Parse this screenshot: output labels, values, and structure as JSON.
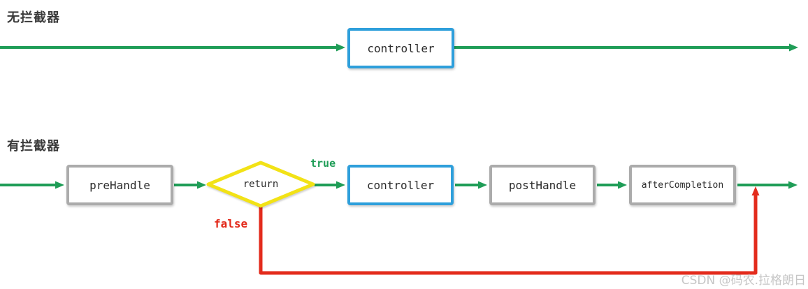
{
  "sections": {
    "no_interceptor": {
      "label": "无拦截器"
    },
    "with_interceptor": {
      "label": "有拦截器"
    }
  },
  "flow_top": {
    "controller": "controller"
  },
  "flow_bottom": {
    "pre_handle": "preHandle",
    "decision": "return",
    "true_label": "true",
    "false_label": "false",
    "controller": "controller",
    "post_handle": "postHandle",
    "after_completion": "afterCompletion"
  },
  "watermark": "CSDN @码农.拉格朗日",
  "colors": {
    "arrow_green": "#1f9d57",
    "controller_blue": "#2e9fdb",
    "box_gray": "#ababab",
    "decision_yellow": "#f2e216",
    "false_red": "#e32b1c",
    "label_dark": "#3a3a3a",
    "box_text": "#2b2b2b",
    "watermark_gray": "#c6c6c6"
  }
}
